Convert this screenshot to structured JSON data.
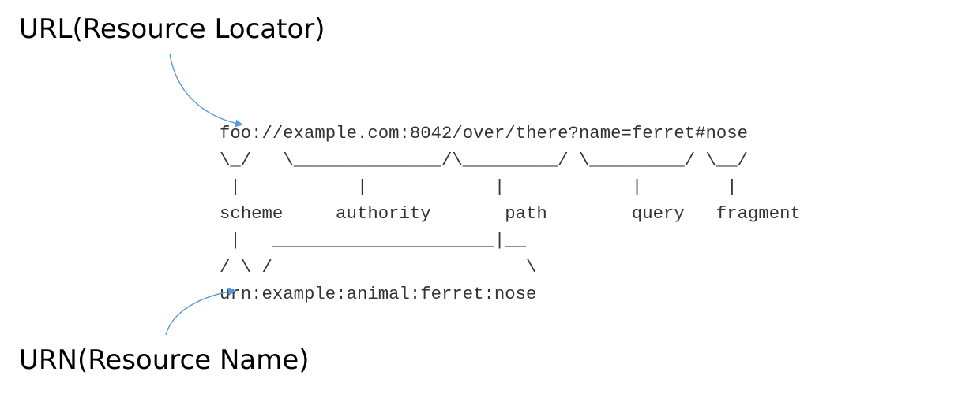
{
  "labels": {
    "url": "URL(Resource Locator)",
    "urn": "URN(Resource Name)"
  },
  "ascii_lines": [
    "foo://example.com:8042/over/there?name=ferret#nose",
    "\\_/   \\______________/\\_________/ \\_________/ \\__/",
    " |           |            |            |        |",
    "scheme     authority       path        query   fragment",
    " |   _____________________|__",
    "/ \\ /                        \\",
    "urn:example:animal:ferret:nose"
  ],
  "colors": {
    "arrow": "#5b9bd5"
  }
}
